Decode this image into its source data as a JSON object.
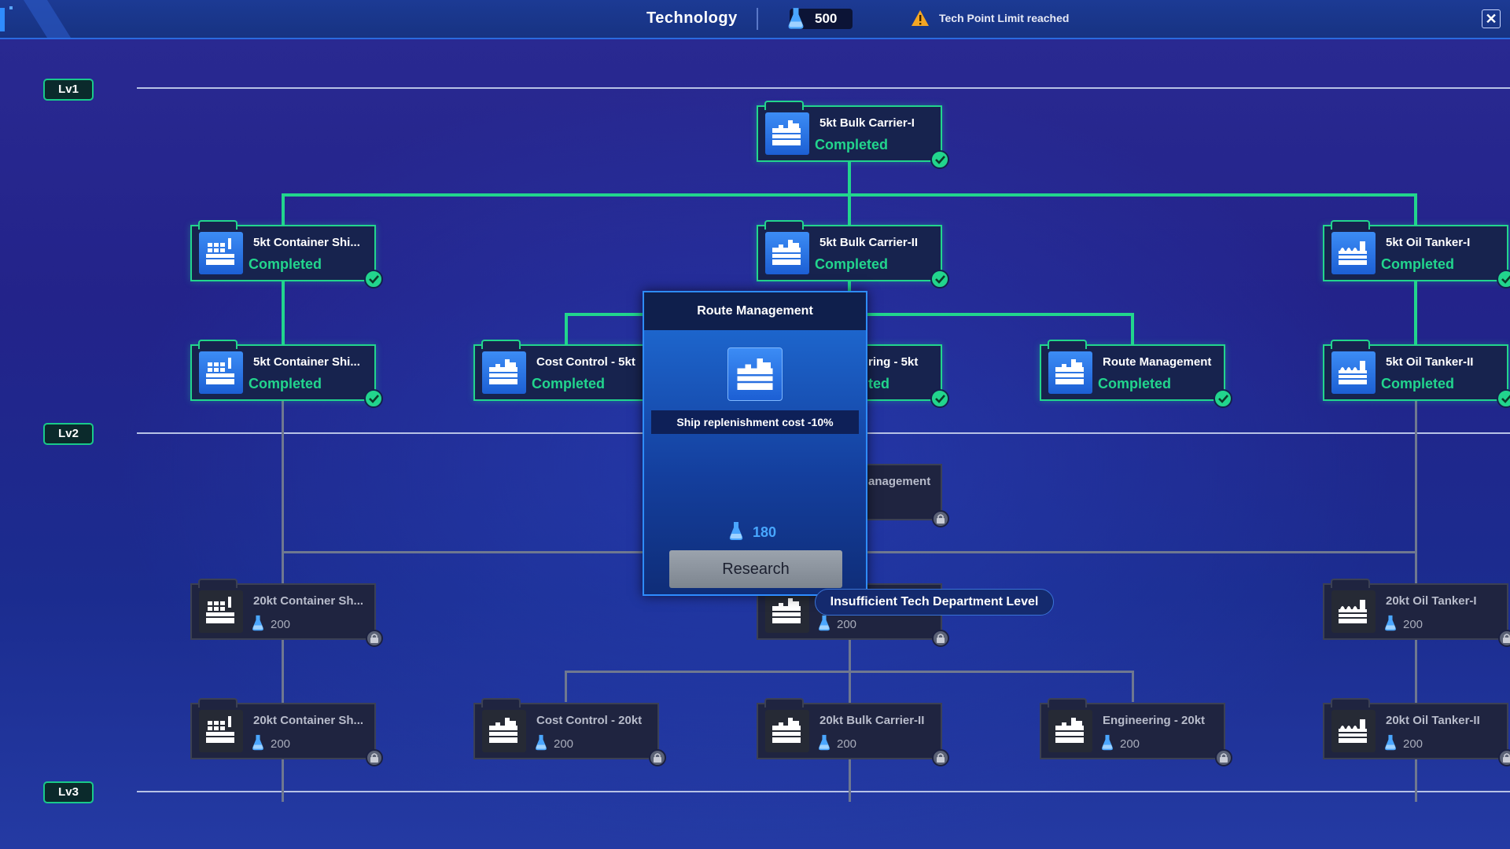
{
  "header": {
    "title": "Technology",
    "tech_points": "500",
    "warning": "Tech Point Limit reached",
    "close_symbol": "✕"
  },
  "levels": [
    "Lv1",
    "Lv2",
    "Lv3"
  ],
  "nodes": {
    "bulk_carrier_1": {
      "title": "5kt Bulk Carrier-I",
      "status": "Completed"
    },
    "container_1": {
      "title": "5kt Container Shi...",
      "status": "Completed"
    },
    "bulk_carrier_2": {
      "title": "5kt Bulk Carrier-II",
      "status": "Completed"
    },
    "oil_tanker_1": {
      "title": "5kt Oil Tanker-I",
      "status": "Completed"
    },
    "container_2": {
      "title": "5kt Container Shi...",
      "status": "Completed"
    },
    "cost_control_5kt": {
      "title": "Cost Control - 5kt",
      "status": "Completed"
    },
    "engineering_5kt": {
      "title": "ring - 5kt",
      "status": "ted"
    },
    "route_mgmt_5kt": {
      "title": "Route Management",
      "status": "Completed"
    },
    "oil_tanker_2": {
      "title": "5kt Oil Tanker-II",
      "status": "Completed"
    },
    "route_mgmt_lv2": {
      "title": "anagement"
    },
    "container_20kt_1": {
      "title": "20kt Container Sh...",
      "cost": "200"
    },
    "bulk_20kt_1": {
      "cost": "200"
    },
    "oil_20kt_1": {
      "title": "20kt Oil Tanker-I",
      "cost": "200"
    },
    "container_20kt_2": {
      "title": "20kt Container Sh...",
      "cost": "200"
    },
    "cost_control_20kt": {
      "title": "Cost Control - 20kt",
      "cost": "200"
    },
    "bulk_20kt_2": {
      "title": "20kt Bulk Carrier-II",
      "cost": "200"
    },
    "engineering_20kt": {
      "title": "Engineering - 20kt",
      "cost": "200"
    },
    "oil_20kt_2": {
      "title": "20kt Oil Tanker-II",
      "cost": "200"
    }
  },
  "popup": {
    "title": "Route Management",
    "effect": "Ship replenishment cost -10%",
    "cost": "180",
    "button": "Research"
  },
  "tooltip": "Insufficient Tech Department Level",
  "colors": {
    "completed": "#22d58d",
    "accent_blue": "#2e8cff",
    "cost_blue": "#48a7ff",
    "locked_border": "#3b4054"
  },
  "icons": {
    "tech_point": "flask-icon",
    "warning": "warning-triangle-icon",
    "close": "close-icon",
    "bulk_carrier": "bulk-carrier-ship-icon",
    "container_ship": "container-ship-icon",
    "oil_tanker": "oil-tanker-icon",
    "completed": "check-icon",
    "locked": "lock-icon"
  }
}
